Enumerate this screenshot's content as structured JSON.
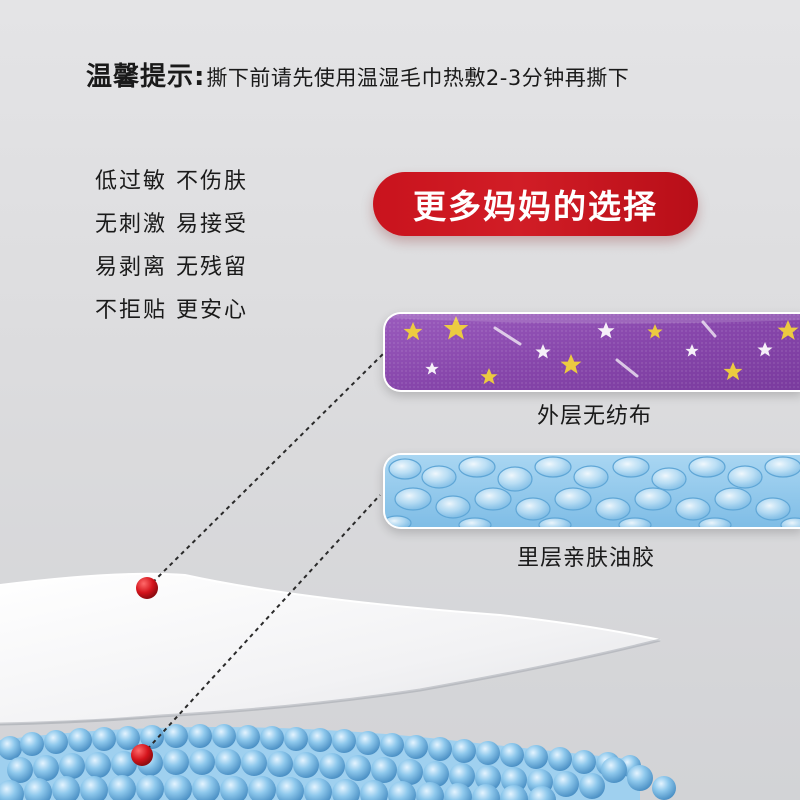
{
  "tip": {
    "title": "温馨提示",
    "colon": ":",
    "text": "撕下前请先使用温湿毛巾热敷2-3分钟再撕下"
  },
  "features": [
    "低过敏 不伤肤",
    "无刺激 易接受",
    "易剥离 无残留",
    "不拒贴 更安心"
  ],
  "badge": {
    "text": "更多妈妈的选择",
    "color": "#c9131d"
  },
  "layers": {
    "outer_label": "外层无纺布",
    "inner_label": "里层亲肤油胶"
  },
  "colors": {
    "outer_fabric": "#8e4fb0",
    "star_yellow": "#f2d23a",
    "gel_blue": "#8ec8ec",
    "marker_red": "#d4141c",
    "sheet_white": "#f7f7f8"
  },
  "icons": [
    "star-icon",
    "marker-dot-icon"
  ]
}
